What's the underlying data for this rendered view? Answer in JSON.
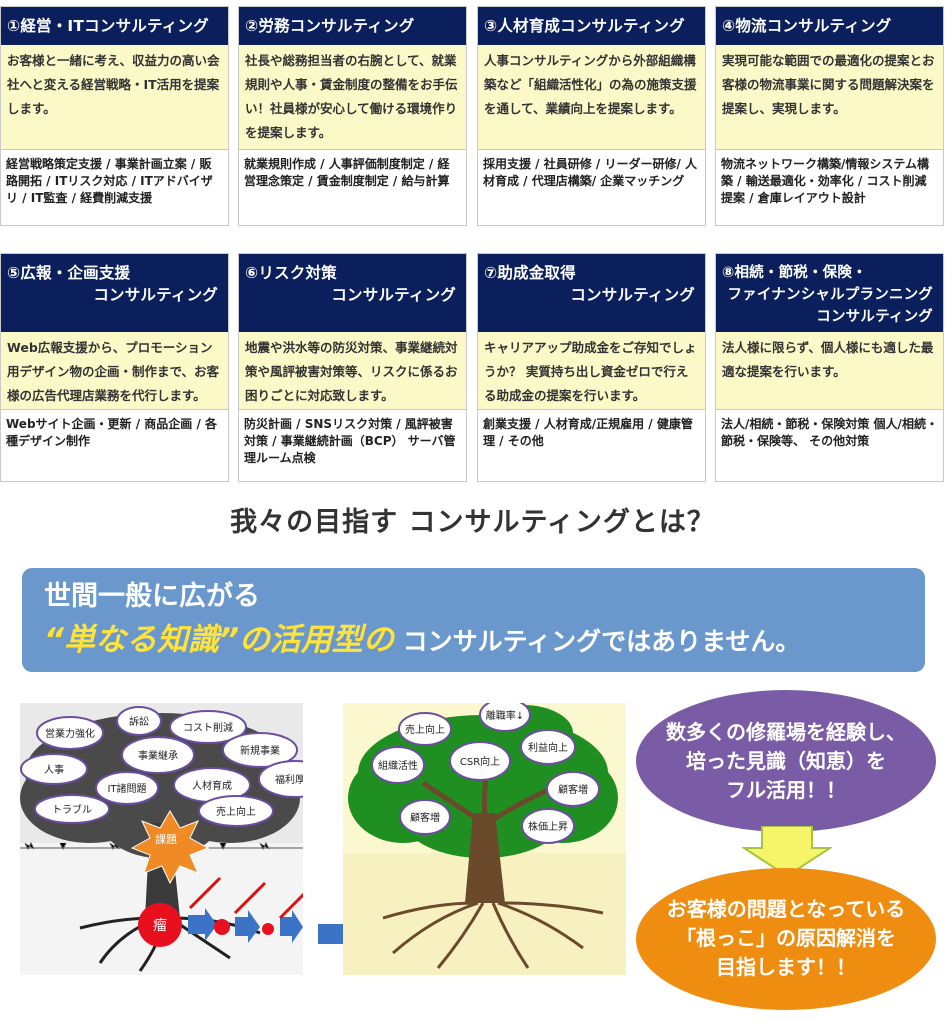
{
  "services": [
    {
      "title": "①経営・ITコンサルティング",
      "title2": "",
      "desc": "お客様と一緒に考え、収益力の高い会社へと変える経営戦略・IT活用を提案します。",
      "tags": "経営戦略策定支援 / 事業計画立案 / 販路開拓 / ITリスク対応 / ITアドバイザリ / IT監査 / 経費削減支援"
    },
    {
      "title": "②労務コンサルティング",
      "title2": "",
      "desc": "社長や総務担当者の右腕として、就業規則や人事・賃金制度の整備をお手伝い！社員様が安心して働ける環境作りを提案します。",
      "tags": "就業規則作成 / 人事評価制度制定 / 経営理念策定 / 賃金制度制定 / 給与計算"
    },
    {
      "title": "③人材育成コンサルティング",
      "title2": "",
      "desc": "人事コンサルティングから外部組織構築など「組織活性化」の為の施策支援を通して、業績向上を提案します。",
      "tags": "採用支援 / 社員研修 / リーダー研修/ 人材育成 / 代理店構築/ 企業マッチング"
    },
    {
      "title": "④物流コンサルティング",
      "title2": "",
      "desc": "実現可能な範囲での最適化の提案とお客様の物流事業に関する問題解決案を提案し、実現します。",
      "tags": "物流ネットワーク構築/情報システム構築 / 輸送最適化・効率化 / コスト削減提案 / 倉庫レイアウト設計"
    },
    {
      "title": "⑤広報・企画支援",
      "title2": "コンサルティング",
      "desc": "Web広報支援から、プロモーション用デザイン物の企画・制作まで、お客様の広告代理店業務を代行します。",
      "tags": "Webサイト企画・更新 / 商品企画 / 各種デザイン制作"
    },
    {
      "title": "⑥リスク対策",
      "title2": "コンサルティング",
      "desc": "地震や洪水等の防災対策、事業継続対策や風評被害対策等、リスクに係るお困りごとに対応致します。",
      "tags": "防災計画 / SNSリスク対策 / 風評被害対策 / 事業継続計画（BCP） サーバ管理ルーム点検"
    },
    {
      "title": "⑦助成金取得",
      "title2": "コンサルティング",
      "desc": "キャリアアップ助成金をご存知でしょうか？ 実質持ち出し資金ゼロで行える助成金の提案を行います。",
      "tags": "創業支援 / 人材育成/正規雇用 / 健康管理 / その他"
    },
    {
      "title": "⑧相続・節税・保険・",
      "title2": "ファイナンシャルプランニング コンサルティング",
      "desc": "法人様に限らず、個人様にも適した最適な提案を行います。",
      "tags": "法人/相続・節税・保険対策 個人/相続・節税・保険等、 その他対策"
    }
  ],
  "heading": "我々の目指す コンサルティングとは？",
  "banner": {
    "line1": "世間一般に広がる",
    "line2_highlight": "“単なる知識”の活用型の",
    "line2_tail": " コンサルティングではありません。"
  },
  "sick_tree": {
    "labels": [
      "営業力強化",
      "訴訟",
      "コスト削減",
      "事業継承",
      "新規事業",
      "人事",
      "IT諸問題",
      "人材育成",
      "福利厚生",
      "トラブル",
      "売上向上"
    ],
    "problem": "課題",
    "tumor": "瘤"
  },
  "healthy_tree": {
    "labels": [
      "売上向上",
      "離職率↓",
      "組織活性",
      "CSR向上",
      "利益向上",
      "顧客増",
      "顧客増",
      "株価上昇"
    ]
  },
  "ellipse_top": [
    "数多くの修羅場を経験し、",
    "培った見識（知恵）を",
    "フル活用！！"
  ],
  "ellipse_bottom": [
    "お客様の問題となっている",
    "「根っこ」の原因解消を",
    "目指します！！"
  ],
  "colors": {
    "navy": "#0a1f5c",
    "desc_bg": "#fcf9c8",
    "banner": "#6a98cc",
    "highlight": "#ffe23a",
    "purple": "#7a5ca6",
    "orange": "#ee8d10"
  }
}
